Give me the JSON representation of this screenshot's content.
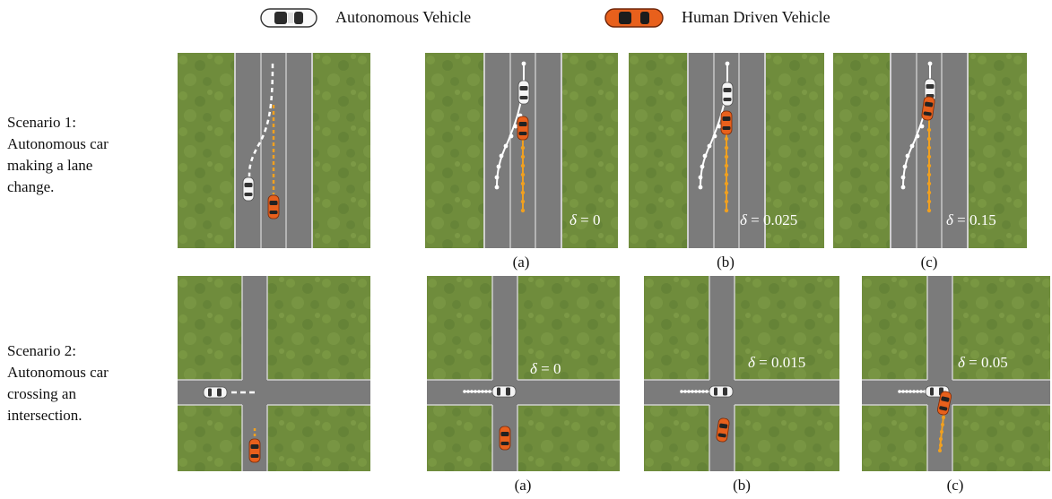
{
  "legend": {
    "autonomous_label": "Autonomous Vehicle",
    "human_label": "Human Driven Vehicle",
    "autonomous_icon": "white-car-icon",
    "human_icon": "orange-car-icon"
  },
  "scenario1": {
    "lines": [
      "Scenario 1:",
      "Autonomous car",
      "making a lane",
      "change."
    ],
    "panels": [
      {
        "label": "(a)",
        "delta_symbol": "δ",
        "delta_value": "= 0"
      },
      {
        "label": "(b)",
        "delta_symbol": "δ",
        "delta_value": "= 0.025"
      },
      {
        "label": "(c)",
        "delta_symbol": "δ",
        "delta_value": "= 0.15"
      }
    ]
  },
  "scenario2": {
    "lines": [
      "Scenario 2:",
      "Autonomous car",
      "crossing an",
      "intersection."
    ],
    "panels": [
      {
        "label": "(a)",
        "delta_symbol": "δ",
        "delta_value": "= 0"
      },
      {
        "label": "(b)",
        "delta_symbol": "δ",
        "delta_value": "= 0.015"
      },
      {
        "label": "(c)",
        "delta_symbol": "δ",
        "delta_value": "= 0.05"
      }
    ]
  },
  "colors": {
    "grass": "#6d8a3a",
    "road": "#7b7b7b",
    "lane_line": "#d9d9d9",
    "human_car": "#e8601c",
    "human_path": "#f0a020",
    "auto_car": "#f2f2f2",
    "auto_path": "#ffffff"
  }
}
